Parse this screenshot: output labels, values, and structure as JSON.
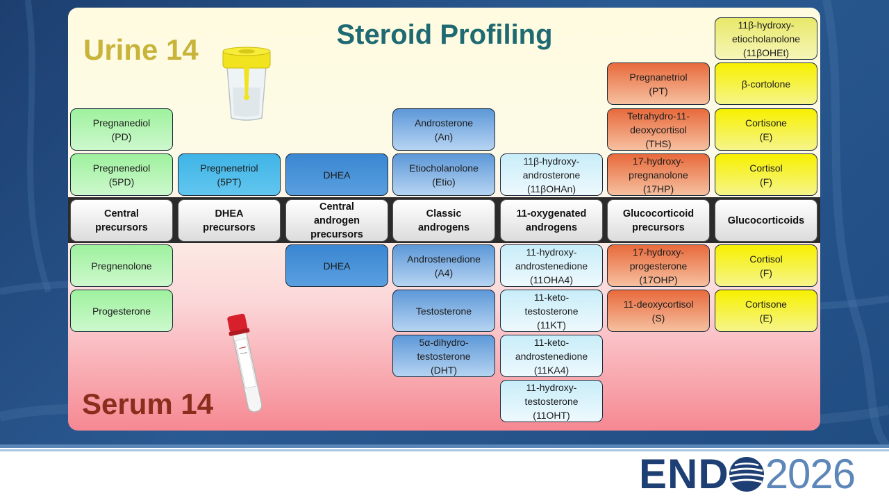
{
  "title": "Steroid Profiling",
  "urine_label": "Urine 14",
  "serum_label": "Serum 14",
  "headers": [
    "Central precursors",
    "DHEA precursors",
    "Central androgen precursors",
    "Classic androgens",
    "11-oxygenated androgens",
    "Glucocorticoid precursors",
    "Glucocorticoids"
  ],
  "urine": {
    "col1": [
      "Pregnanediol (PD)",
      "Pregnenediol (5PD)"
    ],
    "col2": [
      "Pregnenetriol (5PT)"
    ],
    "col3": [
      "DHEA"
    ],
    "col4": [
      "Androsterone (An)",
      "Etiocholanolone (Etio)"
    ],
    "col5": [
      "11β-hydroxy-androsterone (11βOHAn)"
    ],
    "col6": [
      "Pregnanetriol (PT)",
      "Tetrahydro-11-deoxycortisol (THS)",
      "17-hydroxy-pregnanolone (17HP)"
    ],
    "col7": [
      "11β-hydroxy-etiocholanolone (11βOHEt)",
      "β-cortolone",
      "Cortisone (E)",
      "Cortisol (F)"
    ]
  },
  "serum": {
    "col1": [
      "Pregnenolone",
      "Progesterone"
    ],
    "col3": [
      "DHEA"
    ],
    "col4": [
      "Androstenedione (A4)",
      "Testosterone",
      "5α-dihydro-testosterone (DHT)"
    ],
    "col5": [
      "11-hydroxy-androstenedione (11OHA4)",
      "11-keto-testosterone (11KT)",
      "11-keto-androstenedione (11KA4)",
      "11-hydroxy-testosterone (11OHT)"
    ],
    "col6": [
      "17-hydroxy-progesterone (17OHP)",
      "11-deoxycortisol (S)"
    ],
    "col7": [
      "Cortisol (F)",
      "Cortisone (E)"
    ]
  },
  "box_text": {
    "u_pd": [
      "Pregnanediol",
      "(PD)"
    ],
    "u_5pd": [
      "Pregnenediol",
      "(5PD)"
    ],
    "u_5pt": [
      "Pregnenetriol",
      "(5PT)"
    ],
    "u_dhea": [
      "DHEA"
    ],
    "u_an": [
      "Androsterone",
      "(An)"
    ],
    "u_etio": [
      "Etiocholanolone",
      "(Etio)"
    ],
    "u_11bohan": [
      "11β-hydroxy-",
      "androsterone",
      "(11βOHAn)"
    ],
    "u_pt": [
      "Pregnanetriol",
      "(PT)"
    ],
    "u_ths": [
      "Tetrahydro-11-",
      "deoxycortisol",
      "(THS)"
    ],
    "u_17hp": [
      "17-hydroxy-",
      "pregnanolone",
      "(17HP)"
    ],
    "u_11bohet": [
      "11β-hydroxy-",
      "etiocholanolone",
      "(11βOHEt)"
    ],
    "u_bcort": [
      "β-cortolone"
    ],
    "u_e": [
      "Cortisone",
      "(E)"
    ],
    "u_f": [
      "Cortisol",
      "(F)"
    ],
    "h1": [
      "Central",
      "precursors"
    ],
    "h2": [
      "DHEA",
      "precursors"
    ],
    "h3": [
      "Central",
      "androgen",
      "precursors"
    ],
    "h4": [
      "Classic",
      "androgens"
    ],
    "h5": [
      "11-oxygenated",
      "androgens"
    ],
    "h6": [
      "Glucocorticoid",
      "precursors"
    ],
    "h7": [
      "Glucocorticoids"
    ],
    "s_preg": [
      "Pregnenolone"
    ],
    "s_prog": [
      "Progesterone"
    ],
    "s_dhea": [
      "DHEA"
    ],
    "s_a4": [
      "Androstenedione",
      "(A4)"
    ],
    "s_t": [
      "Testosterone"
    ],
    "s_dht": [
      "5α-dihydro-",
      "testosterone",
      "(DHT)"
    ],
    "s_11oha4": [
      "11-hydroxy-",
      "androstenedione",
      "(11OHA4)"
    ],
    "s_11kt": [
      "11-keto-",
      "testosterone",
      "(11KT)"
    ],
    "s_11ka4": [
      "11-keto-",
      "androstenedione",
      "(11KA4)"
    ],
    "s_11oht": [
      "11-hydroxy-",
      "testosterone",
      "(11OHT)"
    ],
    "s_17ohp": [
      "17-hydroxy-",
      "progesterone",
      "(17OHP)"
    ],
    "s_s": [
      "11-deoxycortisol",
      "(S)"
    ],
    "s_f": [
      "Cortisol",
      "(F)"
    ],
    "s_e": [
      "Cortisone",
      "(E)"
    ]
  },
  "logo": {
    "text": "END",
    "year": "2026"
  },
  "colors": {
    "title": "#1f6a72",
    "urine": "#c8b43a",
    "serum": "#8a2d1c",
    "logo_dark": "#1e3f73",
    "logo_light": "#5d86b9"
  },
  "icons": [
    "urine-cup-icon",
    "blood-tube-icon",
    "globe-icon"
  ]
}
